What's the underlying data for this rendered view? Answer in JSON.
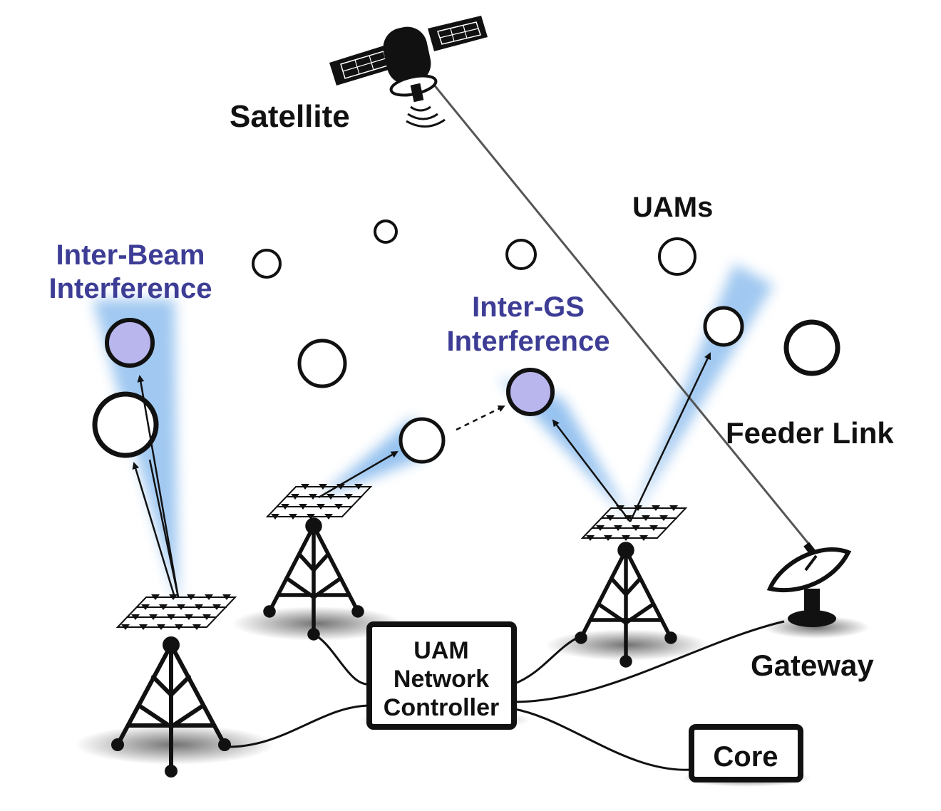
{
  "labels": {
    "satellite": "Satellite",
    "uams": "UAMs",
    "inter_beam_line1": "Inter-Beam",
    "inter_beam_line2": "Interference",
    "inter_gs_line1": "Inter-GS",
    "inter_gs_line2": "Interference",
    "feeder_link": "Feeder Link",
    "gateway": "Gateway"
  },
  "boxes": {
    "controller_line1": "UAM",
    "controller_line2": "Network",
    "controller_line3": "Controller",
    "core": "Core"
  },
  "colors": {
    "beam": "#3a8ee0",
    "interference_fill": "#b9b6ee",
    "interference_text": "#3d3d96",
    "ink": "#111111"
  }
}
